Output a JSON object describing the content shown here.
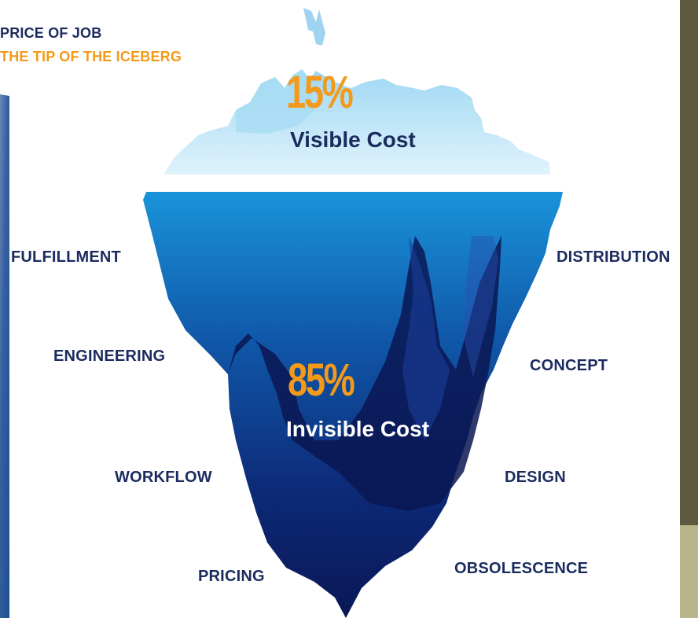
{
  "header": {
    "line1": "PRICE OF JOB",
    "line2": "THE TIP OF THE ICEBERG"
  },
  "visible": {
    "percent": "15%",
    "label": "Visible Cost"
  },
  "invisible": {
    "percent": "85%",
    "label": "Invisible Cost"
  },
  "left_labels": [
    "FULFILLMENT",
    "ENGINEERING",
    "WORKFLOW",
    "PRICING"
  ],
  "right_labels": [
    "DISTRIBUTION",
    "CONCEPT",
    "DESIGN",
    "OBSOLESCENCE"
  ],
  "colors": {
    "navy": "#1b2b5e",
    "orange": "#f39a1a",
    "ice_light": "#bfe6f8",
    "water_top": "#1a8fd6",
    "water_deep": "#0b1a5c",
    "olive_panel": "#5f5a3f"
  }
}
